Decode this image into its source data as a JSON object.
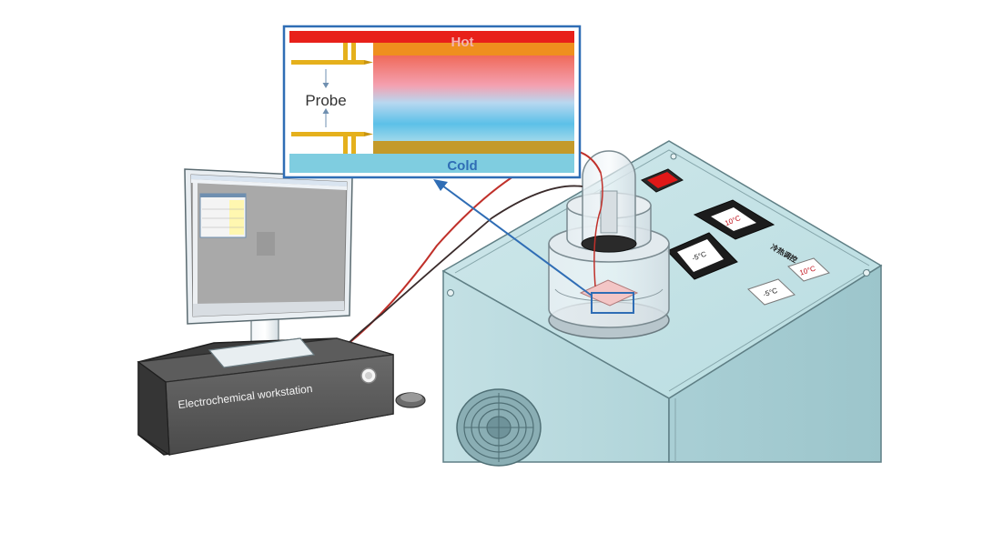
{
  "inset": {
    "hot_label": "Hot",
    "cold_label": "Cold",
    "probe_label": "Probe"
  },
  "workstation": {
    "label": "Electrochemical workstation"
  },
  "controller": {
    "display_top": "10°C",
    "display_mid": "-5°C",
    "tag_hot": "10°C",
    "tag_cold": "-5°C",
    "panel_text": "冷热调控"
  },
  "colors": {
    "hot": "#e8201a",
    "cold": "#7fcde0",
    "frame_blue": "#2f6db5",
    "cable": "#c0302a",
    "probe_gold": "#e5b01c",
    "switch_red": "#e01818"
  }
}
